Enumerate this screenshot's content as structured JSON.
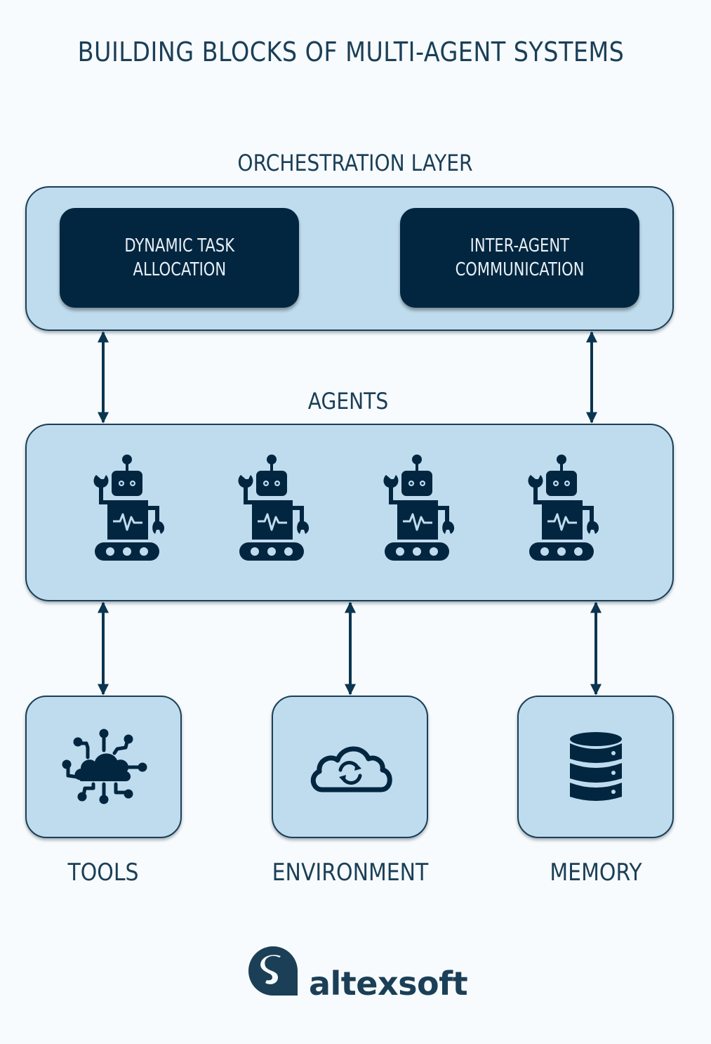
{
  "title": "BUILDING BLOCKS OF MULTI-AGENT SYSTEMS",
  "orchestration": {
    "label": "ORCHESTRATION LAYER",
    "components": [
      {
        "line1": "DYNAMIC TASK",
        "line2": "ALLOCATION"
      },
      {
        "line1": "INTER-AGENT",
        "line2": "COMMUNICATION"
      }
    ]
  },
  "agents": {
    "label": "AGENTS",
    "count": 4,
    "icon": "robot-icon"
  },
  "resources": [
    {
      "label": "TOOLS",
      "icon": "cloud-network-icon"
    },
    {
      "label": "ENVIRONMENT",
      "icon": "cloud-sync-icon"
    },
    {
      "label": "MEMORY",
      "icon": "database-icon"
    }
  ],
  "connections": [
    {
      "from": "DYNAMIC TASK ALLOCATION",
      "to": "AGENTS",
      "direction": "bidirectional"
    },
    {
      "from": "INTER-AGENT COMMUNICATION",
      "to": "AGENTS",
      "direction": "bidirectional"
    },
    {
      "from": "AGENTS",
      "to": "TOOLS",
      "direction": "bidirectional"
    },
    {
      "from": "AGENTS",
      "to": "ENVIRONMENT",
      "direction": "bidirectional"
    },
    {
      "from": "AGENTS",
      "to": "MEMORY",
      "direction": "bidirectional"
    }
  ],
  "logo": {
    "text": "altexsoft",
    "icon": "altexsoft-logo-icon"
  },
  "colors": {
    "navy": "#022640",
    "text": "#1b3f57",
    "panel": "#bfdcee",
    "background": "#f7fbfd"
  }
}
